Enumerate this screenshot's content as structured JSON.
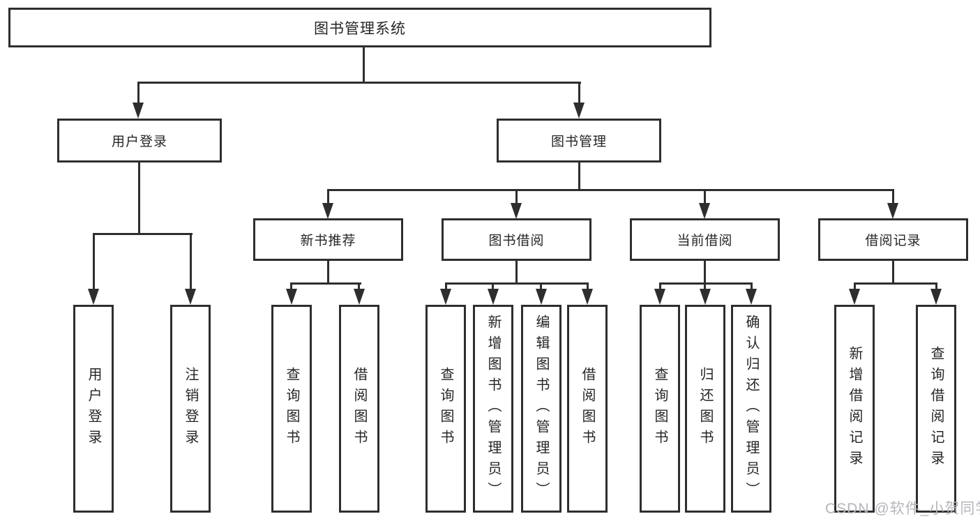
{
  "diagram": {
    "title": "图书管理系统",
    "level2": {
      "user_login": "用户登录",
      "book_mgmt": "图书管理"
    },
    "level3": {
      "new_book": "新书推荐",
      "book_borrow": "图书借阅",
      "current_borrow": "当前借阅",
      "borrow_record": "借阅记录"
    },
    "leaves": {
      "user_login": [
        "用户登录",
        "注销登录"
      ],
      "new_book": [
        "查询图书",
        "借阅图书"
      ],
      "book_borrow": [
        "查询图书",
        "新增图书（管理员）",
        "编辑图书（管理员）",
        "借阅图书"
      ],
      "current_borrow": [
        "查询图书",
        "归还图书",
        "确认归还（管理员）"
      ],
      "borrow_record": [
        "新增借阅记录",
        "查询借阅记录"
      ]
    },
    "hierarchy": {
      "图书管理系统": [
        "用户登录",
        "图书管理"
      ],
      "用户登录": [
        "用户登录",
        "注销登录"
      ],
      "图书管理": [
        "新书推荐",
        "图书借阅",
        "当前借阅",
        "借阅记录"
      ],
      "新书推荐": [
        "查询图书",
        "借阅图书"
      ],
      "图书借阅": [
        "查询图书",
        "新增图书（管理员）",
        "编辑图书（管理员）",
        "借阅图书"
      ],
      "当前借阅": [
        "查询图书",
        "归还图书",
        "确认归还（管理员）"
      ],
      "借阅记录": [
        "新增借阅记录",
        "查询借阅记录"
      ]
    }
  },
  "watermark": {
    "text": "CSDN @软件_小贺同学"
  },
  "colors": {
    "line": "#2e2e2e",
    "text": "#262626",
    "watermark": "#b4b6ba",
    "background": "#ffffff"
  }
}
